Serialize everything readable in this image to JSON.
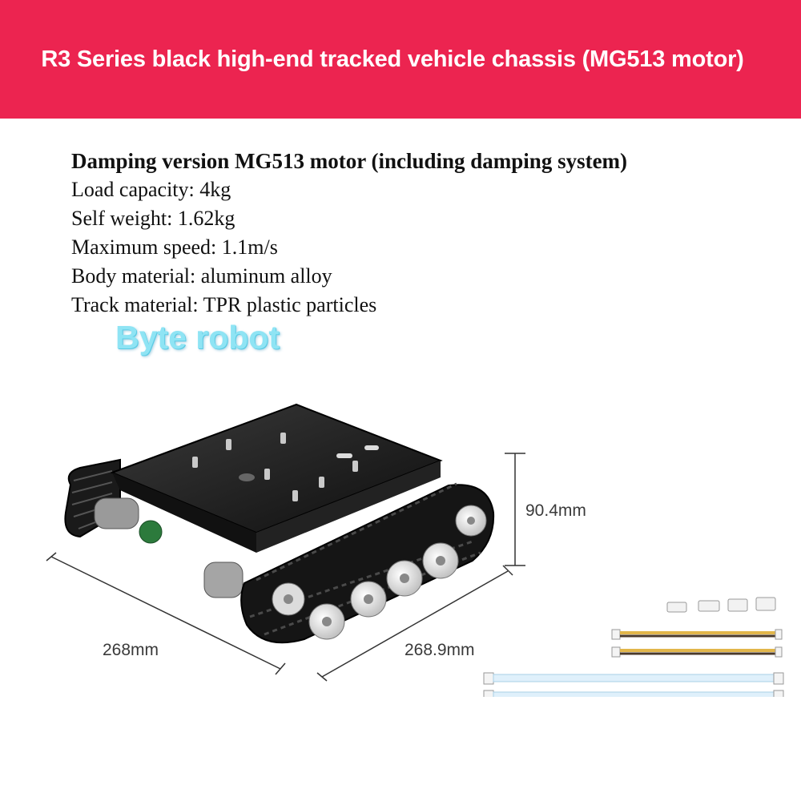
{
  "banner": {
    "title": "R3 Series black high-end tracked vehicle chassis (MG513 motor)",
    "color": "#ec2450"
  },
  "specs": {
    "heading": "Damping version MG513 motor (including damping system)",
    "items": [
      "Load capacity: 4kg",
      "Self weight: 1.62kg",
      "Maximum speed: 1.1m/s",
      "Body material: aluminum alloy",
      "Track material: TPR plastic particles"
    ]
  },
  "brand": {
    "text": "Byte robot",
    "color": "#8fe4f4"
  },
  "dimensions": {
    "height": "90.4mm",
    "width": "268mm",
    "length": "268.9mm"
  },
  "product": {
    "name": "tracked vehicle chassis",
    "accessories": [
      "4 connectors",
      "2 colored motor cables",
      "2 white flat cables"
    ]
  }
}
